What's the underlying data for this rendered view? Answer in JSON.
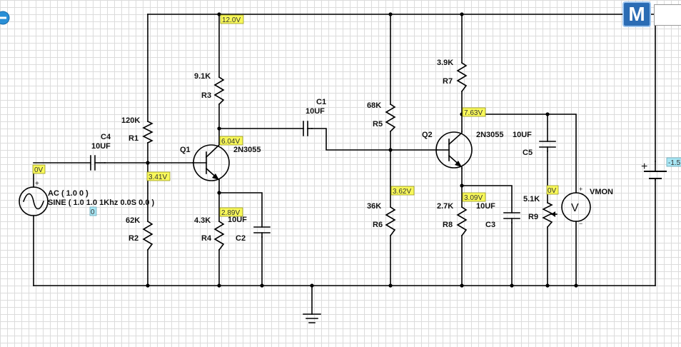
{
  "probes": {
    "supply": "12.0V",
    "q1_collector": "6.04V",
    "q1_base": "3.41V",
    "q1_emitter": "2.89V",
    "input": "0V",
    "input_current": "0",
    "q2_base": "3.62V",
    "q2_collector": "7.63V",
    "q2_emitter": "3.09V",
    "output": "0V",
    "battery": "-1.5"
  },
  "components": {
    "r1": {
      "name": "R1",
      "value": "120K"
    },
    "r2": {
      "name": "R2",
      "value": "62K"
    },
    "r3": {
      "name": "R3",
      "value": "9.1K"
    },
    "r4": {
      "name": "R4",
      "value": "4.3K"
    },
    "r5": {
      "name": "R5",
      "value": "68K"
    },
    "r6": {
      "name": "R6",
      "value": "36K"
    },
    "r7": {
      "name": "R7",
      "value": "3.9K"
    },
    "r8": {
      "name": "R8",
      "value": "2.7K"
    },
    "r9": {
      "name": "R9",
      "value": "5.1K"
    },
    "c1": {
      "name": "C1",
      "value": "10UF"
    },
    "c2": {
      "name": "C2",
      "value": "10UF"
    },
    "c3": {
      "name": "C3",
      "value": "10UF"
    },
    "c4": {
      "name": "C4",
      "value": "10UF"
    },
    "c5": {
      "name": "C5",
      "value": "10UF"
    },
    "q1": {
      "name": "Q1",
      "model": "2N3055"
    },
    "q2": {
      "name": "Q2",
      "model": "2N3055"
    },
    "source": {
      "line1": "AC ( 1.0 0 )",
      "line2": "SINE ( 1.0 1.0 1Khz 0.0S 0.0 )"
    },
    "vmon": {
      "name": "VMON"
    }
  },
  "toolbar": {
    "logo_letter": "M",
    "zoom_icon": "zoom-out-icon"
  }
}
